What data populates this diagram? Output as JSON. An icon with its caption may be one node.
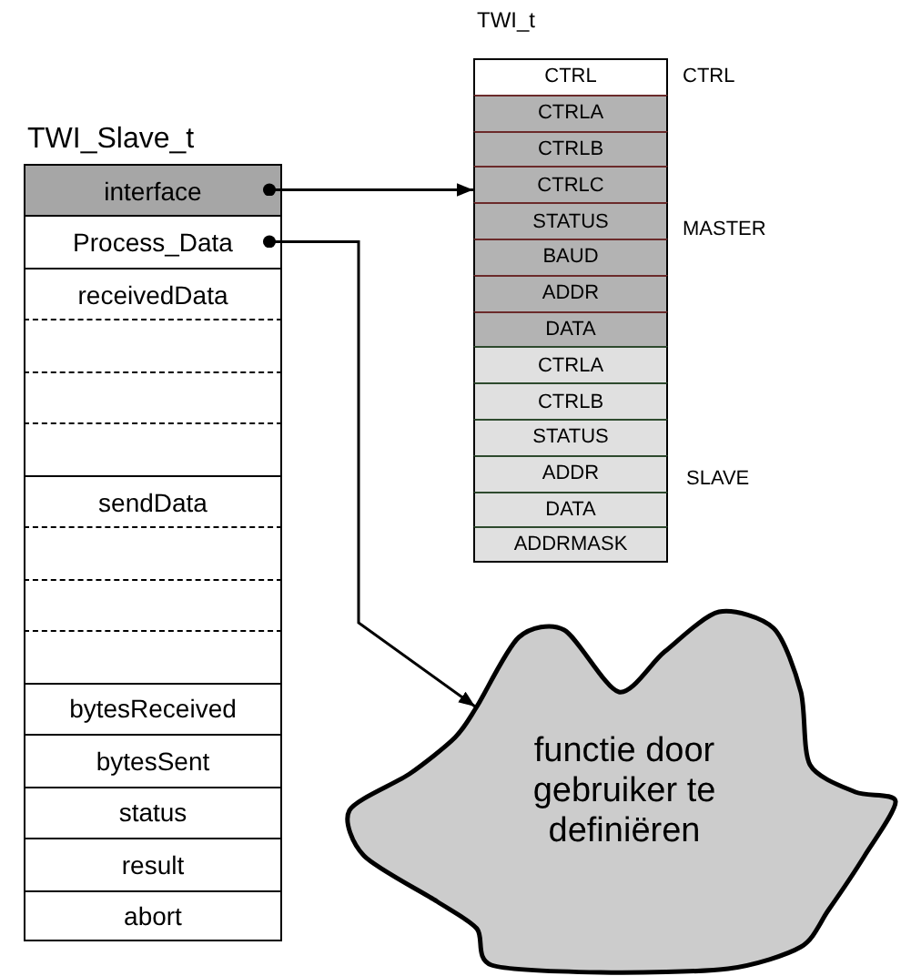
{
  "diagram": {
    "nodes": [
      {
        "text": [
          "TWI_Slave_t"
        ]
      },
      {
        "text": [
          "interface"
        ],
        "in": 0
      },
      {
        "text": [
          "Process_Data"
        ],
        "in": 0
      },
      {
        "text": [
          "receivedData"
        ],
        "in": 0
      },
      {
        "text": [],
        "shape": "box",
        "in": 0
      },
      {
        "text": [],
        "shape": "box",
        "in": 0
      },
      {
        "text": [],
        "shape": "box",
        "in": 0
      },
      {
        "text": [
          "sendData"
        ],
        "in": 0
      },
      {
        "text": [],
        "shape": "box",
        "in": 0
      },
      {
        "text": [],
        "shape": "box",
        "in": 0
      },
      {
        "text": [],
        "shape": "box",
        "in": 0
      },
      {
        "text": [
          "bytesReceived"
        ],
        "in": 0
      },
      {
        "text": [
          "bytesSent"
        ],
        "in": 0
      },
      {
        "text": [
          "status"
        ],
        "in": 0
      },
      {
        "text": [
          "result"
        ],
        "in": 0
      },
      {
        "text": [
          "abort"
        ],
        "in": 0
      },
      {
        "text": [
          "TWI_t"
        ]
      },
      {
        "text": [
          "CTRL"
        ],
        "in": 16
      },
      {
        "text": [
          "CTRLA"
        ],
        "in": 16
      },
      {
        "text": [
          "CTRLB"
        ],
        "in": 16
      },
      {
        "text": [
          "CTRLC"
        ],
        "in": 16
      },
      {
        "text": [
          "STATUS"
        ],
        "in": 16
      },
      {
        "text": [
          "BAUD"
        ],
        "in": 16
      },
      {
        "text": [
          "ADDR"
        ],
        "in": 16
      },
      {
        "text": [
          "DATA"
        ],
        "in": 16
      },
      {
        "text": [
          "CTRLA"
        ],
        "in": 16
      },
      {
        "text": [
          "CTRLB"
        ],
        "in": 16
      },
      {
        "text": [
          "STATUS"
        ],
        "in": 16
      },
      {
        "text": [
          "ADDR"
        ],
        "in": 16
      },
      {
        "text": [
          "DATA"
        ],
        "in": 16
      },
      {
        "text": [
          "ADDRMASK"
        ],
        "in": 16
      },
      {
        "text": [
          "functie door gebruiker te definiëren"
        ]
      }
    ],
    "edges": [
      {
        "from": 1,
        "to": 16,
        "arrow": "to"
      },
      {
        "from": 2,
        "to": 31,
        "arrow": "to"
      }
    ],
    "labels": [
      "CTRL",
      "MASTER",
      "SLAVE"
    ]
  }
}
